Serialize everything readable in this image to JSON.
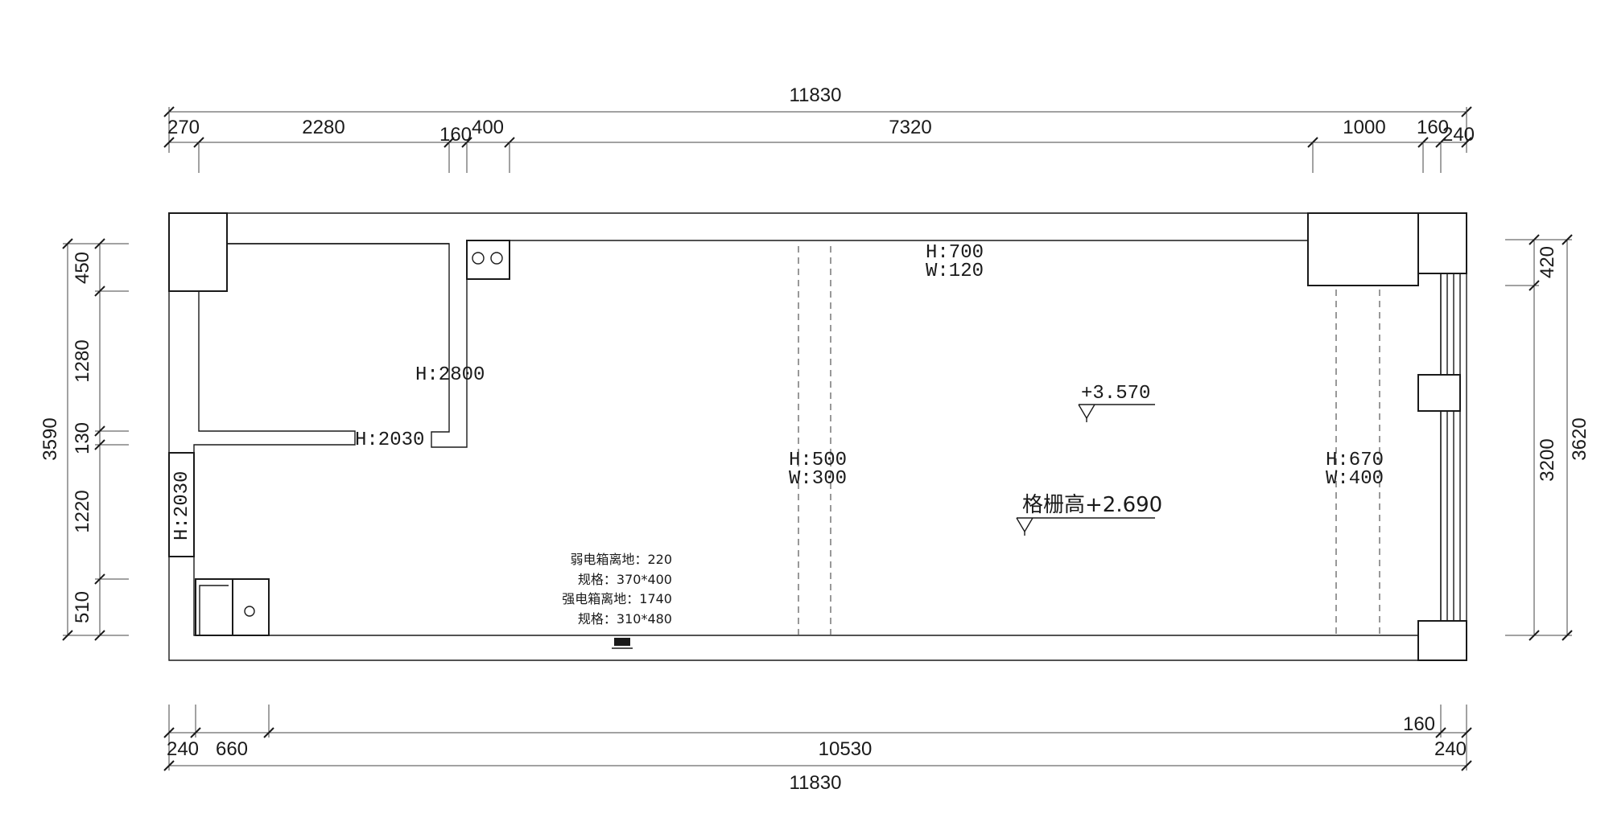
{
  "dimensions": {
    "top_total": "11830",
    "top_segments": [
      "270",
      "2280",
      "160",
      "400",
      "7320",
      "1000",
      "160",
      "240"
    ],
    "bottom_segments": [
      "240",
      "660",
      "10530",
      "160",
      "240"
    ],
    "bottom_total": "11830",
    "left_total": "3590",
    "left_segments": [
      "450",
      "1280",
      "130",
      "1220",
      "510"
    ],
    "right_segments": [
      "420",
      "3200"
    ],
    "right_total": "3620"
  },
  "labels": {
    "window_top": "H:700",
    "window_top_w": "W:120",
    "room_inner_height": "H:2800",
    "door_left_wall": "H:2030",
    "door_bottom_wall": "H:2030",
    "opening_mid": "H:500",
    "opening_mid_w": "W:300",
    "opening_right": "H:670",
    "opening_right_w": "W:400",
    "ceiling_level": "+3.570",
    "grille_level": "格栅高+2.690"
  },
  "notes": [
    "弱电箱离地：220",
    "规格：370*400",
    "强电箱离地：1740",
    "规格：310*480"
  ]
}
